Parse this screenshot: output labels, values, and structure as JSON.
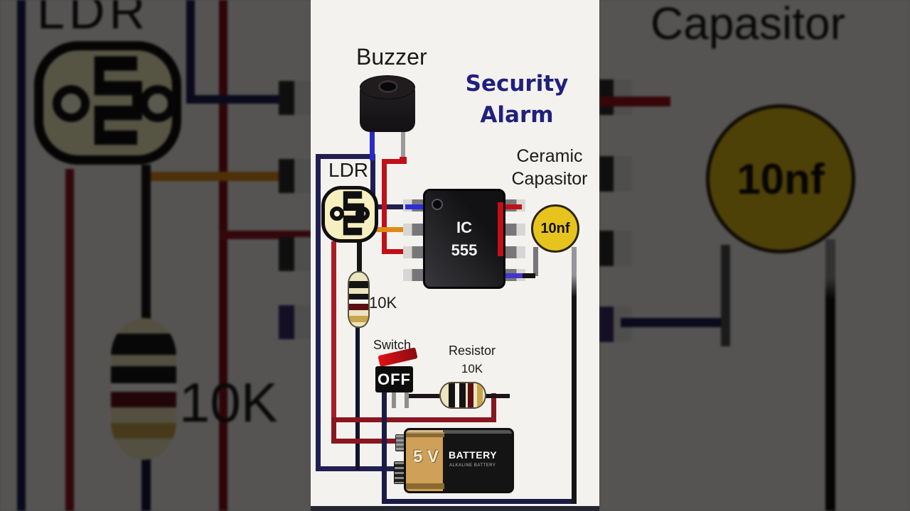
{
  "title": {
    "line1": "Security",
    "line2": "Alarm"
  },
  "colors": {
    "title_blue": "#20207e",
    "wire_navy": "#1f1f52",
    "wire_blue": "#2a2ac8",
    "wire_red": "#c01018",
    "wire_dark_red": "#8a1620",
    "wire_orange": "#df8a16",
    "ldr_body_yellow": "#f6f0c0",
    "capacitor_yellow": "#e6c41d",
    "resistor_cream": "#ece3c0",
    "battery_tan": "#cfa057",
    "switch_rocker_red": "#d8111a",
    "ic_body_black": "#1a1a1c"
  },
  "center": {
    "buzzer_label": "Buzzer",
    "ldr_label": "LDR",
    "ic_line1": "IC",
    "ic_line2": "555",
    "ceramic_cap_line1": "Ceramic",
    "ceramic_cap_line2": "Capasitor",
    "cap_value": "10nf",
    "resistor1_value": "10K",
    "switch_label": "Switch",
    "switch_state": "OFF",
    "resistor2_label": "Resistor",
    "resistor2_value": "10K",
    "battery_voltage": "5 V",
    "battery_name": "BATTERY",
    "battery_subtext": "ALKALINE BATTERY"
  },
  "background_left": {
    "ldr_label": "LDR",
    "resistor_value": "10K"
  },
  "background_right": {
    "cap_label": "Capasitor",
    "cap_value": "10nf"
  }
}
